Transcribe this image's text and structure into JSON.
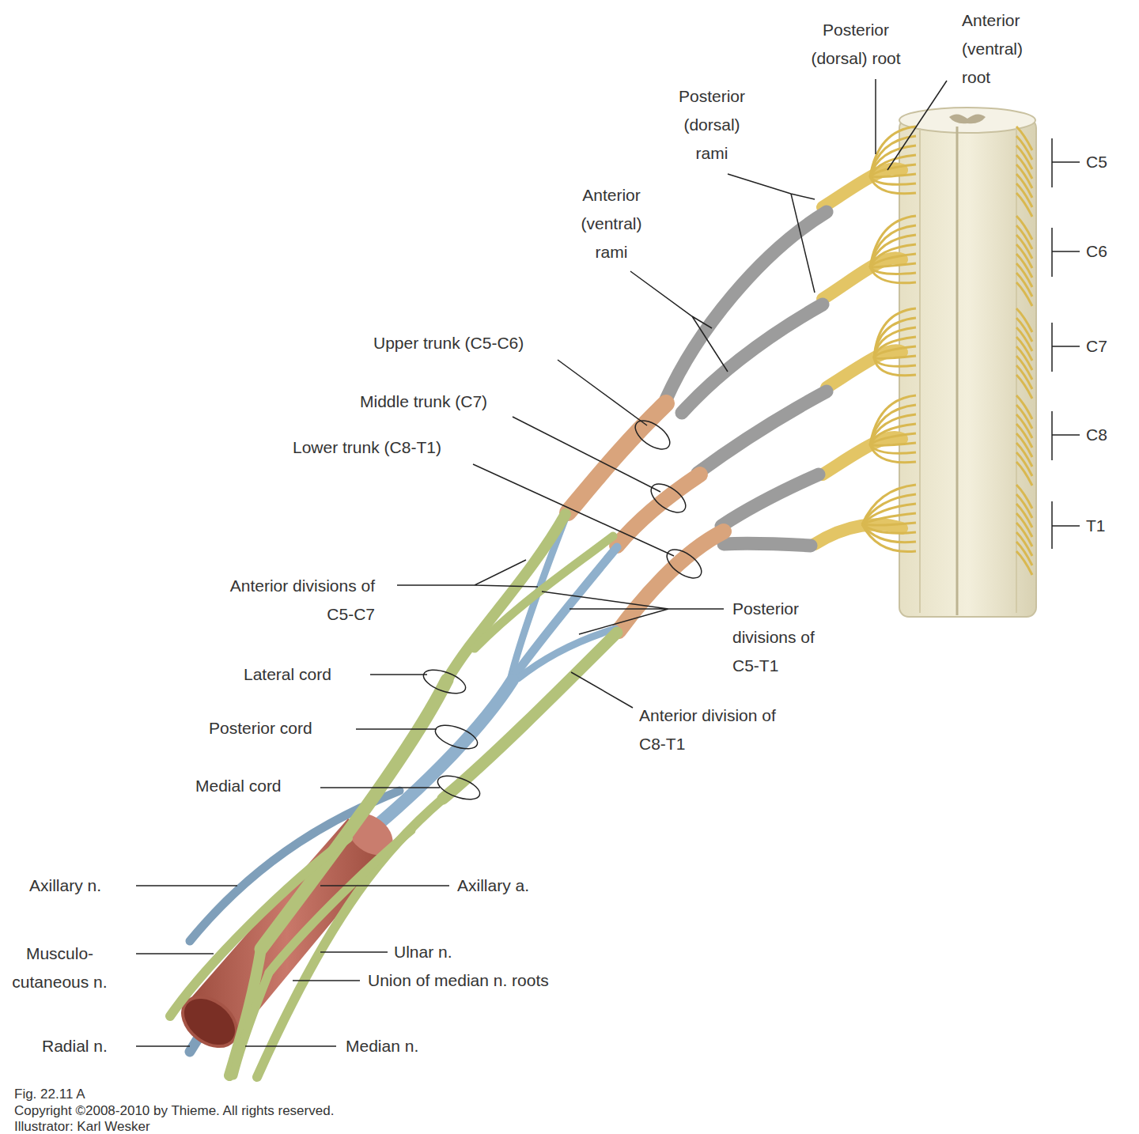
{
  "diagram": {
    "caption": "Fig. 22.11 A",
    "labels": [
      "Posterior (dorsal) root",
      "Anterior (ventral) root",
      "Posterior (dorsal) rami",
      "Anterior (ventral) rami",
      "C5",
      "C6",
      "C7",
      "C8",
      "T1",
      "Upper trunk (C5-C6)",
      "Middle trunk (C7)",
      "Lower trunk (C8-T1)",
      "Anterior divisions of C5-C7",
      "Posterior divisions of C5-T1",
      "Lateral cord",
      "Posterior cord",
      "Anterior division of C8-T1",
      "Medial cord",
      "Axillary n.",
      "Axillary a.",
      "Musculo- cutaneous n.",
      "Ulnar n.",
      "Union of median n. roots",
      "Radial n.",
      "Median n.",
      "Copyright ©2008-2010 by Thieme. All rights reserved.",
      "Illustrator: Karl Wesker"
    ]
  }
}
